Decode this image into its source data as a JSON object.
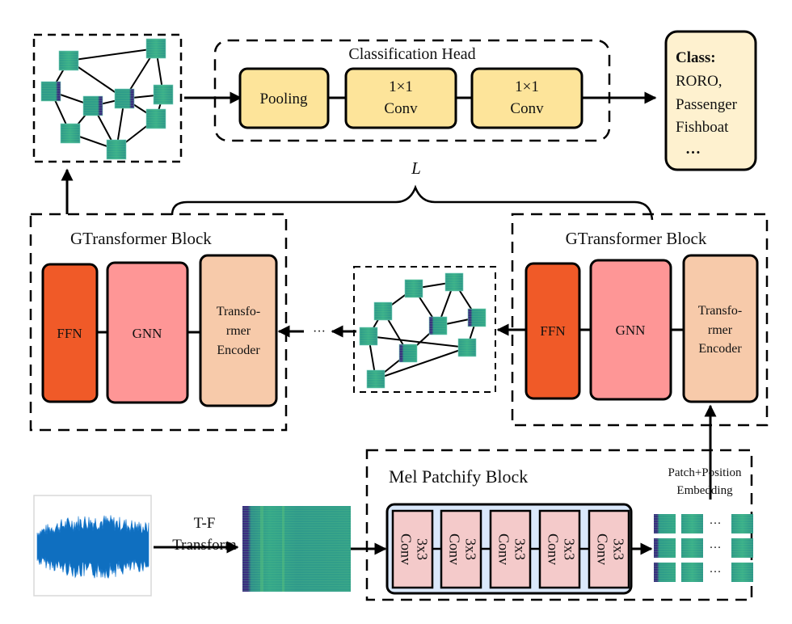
{
  "colors": {
    "head_box": "#fde49a",
    "class_box": "#fef1cf",
    "ffn": "#f05a28",
    "gnn": "#fe9696",
    "transformer_encoder": "#f7caaa",
    "conv_box": "#f4caca",
    "patchify_container": "#dae8fb",
    "waveform": "#0f6fc0",
    "spec_dark": "#3b2f80",
    "spec_mid": "#2e9a8a",
    "spec_light": "#3fb58a"
  },
  "classification_head": {
    "title": "Classification Head",
    "pooling": "Pooling",
    "conv1_line1": "1×1",
    "conv1_line2": "Conv",
    "conv2_line1": "1×1",
    "conv2_line2": "Conv"
  },
  "output_classes": {
    "heading": "Class",
    "colon": ":",
    "items": [
      "RORO,",
      "Passenger",
      "Fishboat",
      "…"
    ]
  },
  "repeat_label": "L",
  "gtransformer_left": {
    "title": "GTransformer Block",
    "ffn": "FFN",
    "gnn": "GNN",
    "te_line1": "Transfo-",
    "te_line2": "rmer",
    "te_line3": "Encoder"
  },
  "gtransformer_right": {
    "title": "GTransformer Block",
    "ffn": "FFN",
    "gnn": "GNN",
    "te_line1": "Transfo-",
    "te_line2": "rmer",
    "te_line3": "Encoder"
  },
  "ellipsis_between_blocks": "···",
  "tf_transform": {
    "line1": "T-F",
    "line2": "Transform"
  },
  "mel_patchify": {
    "title": "Mel Patchify Block",
    "conv_blocks": [
      {
        "line1": "3x3",
        "line2": "Conv"
      },
      {
        "line1": "3x3",
        "line2": "Conv"
      },
      {
        "line1": "3x3",
        "line2": "Conv"
      },
      {
        "line1": "3x3",
        "line2": "Conv"
      },
      {
        "line1": "3x3",
        "line2": "Conv"
      }
    ]
  },
  "embedding": {
    "line1": "Patch+Position",
    "line2": "Embedding"
  },
  "patch_grid_ellipsis": [
    "···",
    "···",
    "···"
  ]
}
